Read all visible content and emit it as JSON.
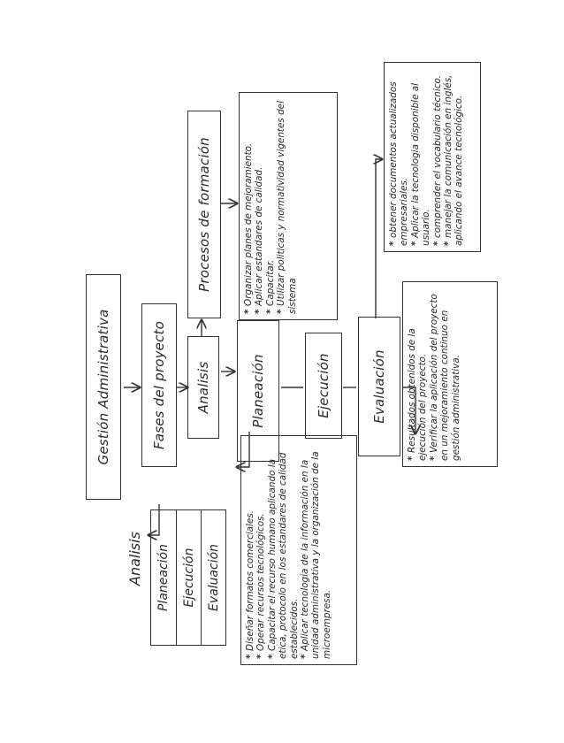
{
  "nodes": {
    "gestion": "Gestión Administrativa",
    "fases": "Fases del proyecto",
    "analisis": "Analisis",
    "procesos": "Procesos de formación",
    "planeacion": "Planeación",
    "ejecucion": "Ejecución",
    "evaluacion": "Evaluación"
  },
  "notes": {
    "procesos_items": [
      "Organizar planes de mejoramiento.",
      "Aplicar estandares de calidad.",
      "Capacitar.",
      "Utilizar politicas y normatividad vigentes del sistema"
    ],
    "planeacion_items": [
      "Diseñar formatos comerciales.",
      "Operar recursos tecnológicos.",
      "Capacitar el recurso humano aplicando la etica, protocolo en los estandares de calidad establecidos.",
      "Aplicar tecnologia de la información en la unidad administrativa y la organización de la microempresa."
    ],
    "evaluacion_items": [
      "Resultados obtenidos de la ejecución del proyecto.",
      "Verificar la aplicación del proyecto en un mejoramiento continuo en gestión administrativa."
    ],
    "evaluacion_right_items": [
      "obtener documentos actualizados empresariales.",
      "Aplicar la tecnologia disponible al usuario.",
      "comprender el vocabulario técnico.",
      "manejar la comunicación en inglés, aplicando el avance tecnológico."
    ]
  },
  "side_table": {
    "title": "Analisis",
    "rows": [
      "Planeación",
      "Ejecución",
      "Evaluación"
    ]
  }
}
